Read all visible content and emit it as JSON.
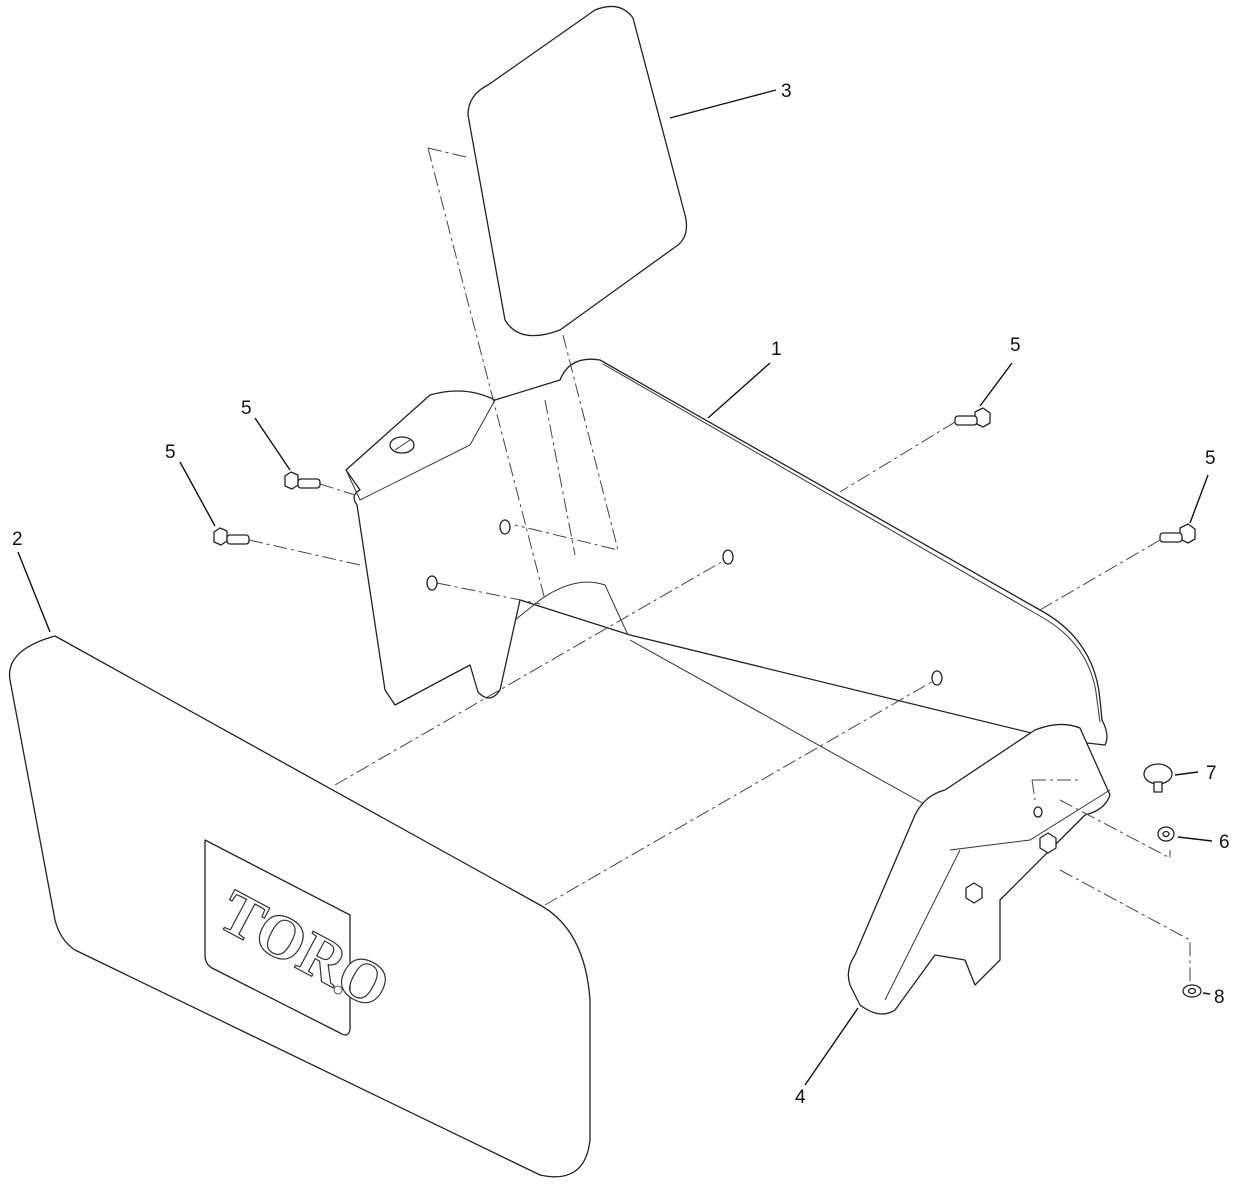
{
  "diagram": {
    "logo_text": "TORO",
    "callouts": [
      {
        "id": "c1",
        "label": "1"
      },
      {
        "id": "c2",
        "label": "2"
      },
      {
        "id": "c3",
        "label": "3"
      },
      {
        "id": "c4",
        "label": "4"
      },
      {
        "id": "c5a",
        "label": "5"
      },
      {
        "id": "c5b",
        "label": "5"
      },
      {
        "id": "c5c",
        "label": "5"
      },
      {
        "id": "c5d",
        "label": "5"
      },
      {
        "id": "c6",
        "label": "6"
      },
      {
        "id": "c7",
        "label": "7"
      },
      {
        "id": "c8",
        "label": "8"
      }
    ]
  }
}
